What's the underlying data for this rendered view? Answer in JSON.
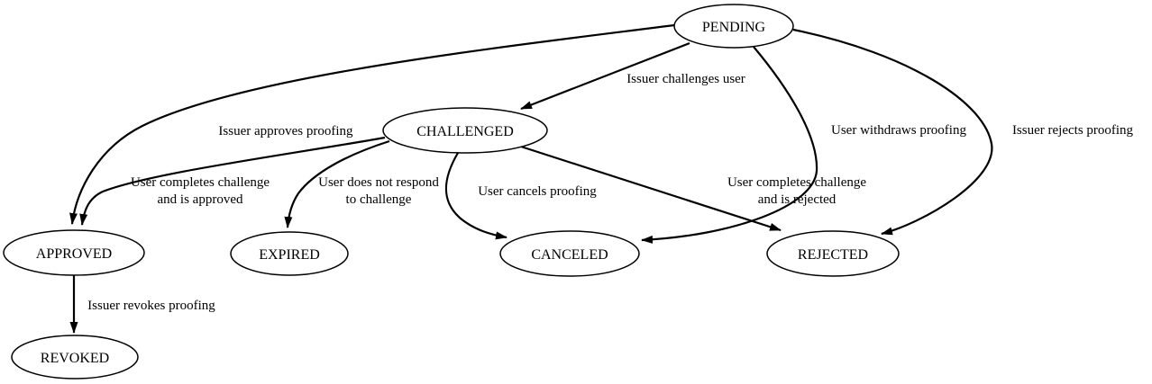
{
  "diagram": {
    "kind": "state-transition-diagram",
    "background_color": "#ffffff",
    "line_color": "#000000",
    "text_color": "#000000"
  },
  "nodes": {
    "pending": {
      "label": "PENDING"
    },
    "challenged": {
      "label": "CHALLENGED"
    },
    "approved": {
      "label": "APPROVED"
    },
    "expired": {
      "label": "EXPIRED"
    },
    "canceled": {
      "label": "CANCELED"
    },
    "rejected": {
      "label": "REJECTED"
    },
    "revoked": {
      "label": "REVOKED"
    }
  },
  "edges": {
    "pending_challenged": {
      "from": "PENDING",
      "to": "CHALLENGED",
      "label": "Issuer challenges user"
    },
    "pending_approved": {
      "from": "PENDING",
      "to": "APPROVED",
      "label": "Issuer approves proofing"
    },
    "pending_canceled": {
      "from": "PENDING",
      "to": "CANCELED",
      "label": "User withdraws proofing"
    },
    "pending_rejected": {
      "from": "PENDING",
      "to": "REJECTED",
      "label": "Issuer rejects proofing"
    },
    "challenged_approved": {
      "from": "CHALLENGED",
      "to": "APPROVED",
      "label_lines": [
        "User completes challenge",
        "and is approved"
      ]
    },
    "challenged_expired": {
      "from": "CHALLENGED",
      "to": "EXPIRED",
      "label_lines": [
        "User does not respond",
        "to challenge"
      ]
    },
    "challenged_canceled": {
      "from": "CHALLENGED",
      "to": "CANCELED",
      "label": "User cancels proofing"
    },
    "challenged_rejected": {
      "from": "CHALLENGED",
      "to": "REJECTED",
      "label_lines": [
        "User completes challenge",
        "and is rejected"
      ]
    },
    "approved_revoked": {
      "from": "APPROVED",
      "to": "REVOKED",
      "label": "Issuer revokes proofing"
    }
  }
}
